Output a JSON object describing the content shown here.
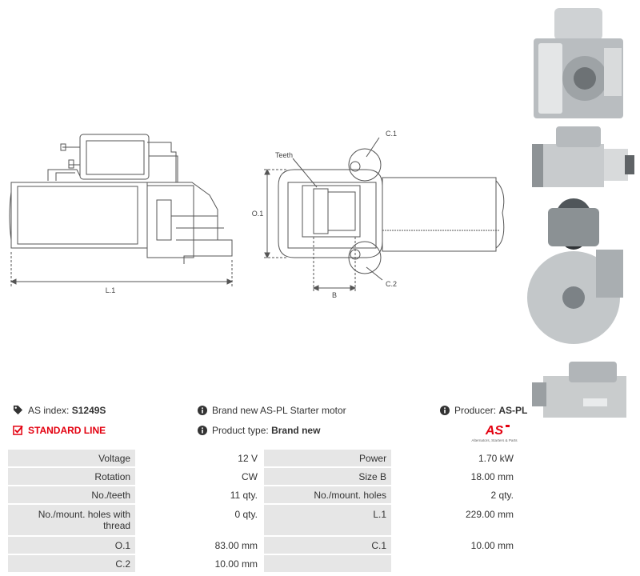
{
  "drawing": {
    "label_l1": "L.1",
    "label_o1": "O.1",
    "label_c1": "C.1",
    "label_c2": "C.2",
    "label_b": "B",
    "label_teeth": "Teeth"
  },
  "info": {
    "as_index_label": "AS index:",
    "as_index_value": "S1249S",
    "description": "Brand new AS-PL Starter motor",
    "producer_label": "Producer:",
    "producer_value": "AS-PL",
    "standard_line": "STANDARD LINE",
    "product_type_label": "Product type:",
    "product_type_value": "Brand new"
  },
  "logo": {
    "text": "AS",
    "tagline": "Alternators, Starters & Parts",
    "color": "#e3000f"
  },
  "specs": [
    {
      "l1": "Voltage",
      "v1": "12 V",
      "l2": "Power",
      "v2": "1.70 kW"
    },
    {
      "l1": "Rotation",
      "v1": "CW",
      "l2": "Size B",
      "v2": "18.00 mm"
    },
    {
      "l1": "No./teeth",
      "v1": "11 qty.",
      "l2": "No./mount. holes",
      "v2": "2 qty."
    },
    {
      "l1": "No./mount. holes with thread",
      "v1": "0 qty.",
      "l2": "L.1",
      "v2": "229.00 mm"
    },
    {
      "l1": "O.1",
      "v1": "83.00 mm",
      "l2": "C.1",
      "v2": "10.00 mm"
    },
    {
      "l1": "C.2",
      "v1": "10.00 mm",
      "l2": "",
      "v2": ""
    }
  ]
}
